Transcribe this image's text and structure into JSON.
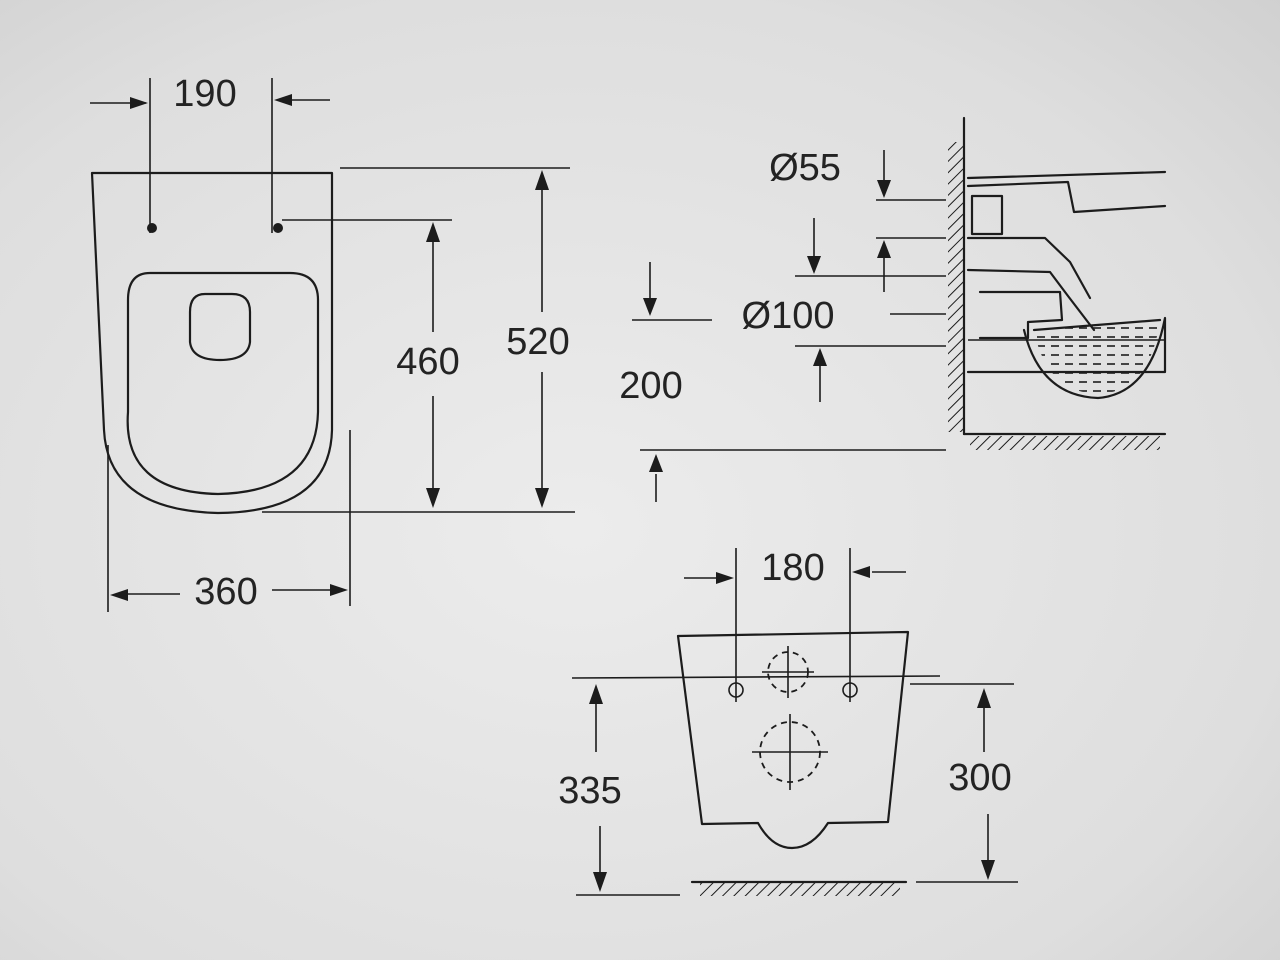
{
  "top_view": {
    "fixing_spacing": "190",
    "fixing_to_front": "460",
    "overall_length": "520",
    "overall_width": "360"
  },
  "side_view": {
    "inlet_diameter": "Ø55",
    "outlet_diameter": "Ø100",
    "outlet_height": "200"
  },
  "rear_view": {
    "fixing_spacing": "180",
    "fixing_height": "335",
    "bowl_height": "300"
  }
}
